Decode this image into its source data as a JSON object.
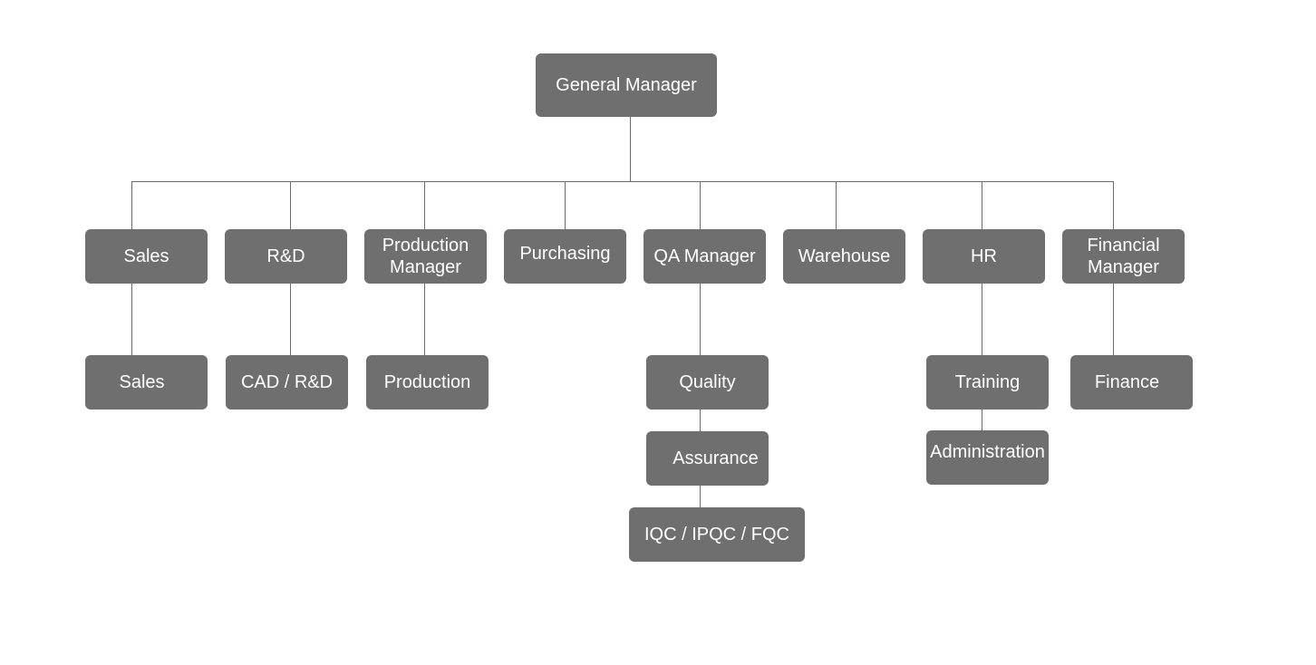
{
  "org_chart": {
    "root": {
      "label": "General Manager"
    },
    "departments": [
      {
        "label": "Sales"
      },
      {
        "label": "R&D"
      },
      {
        "label": "Production\nManager"
      },
      {
        "label": "Purchasing"
      },
      {
        "label": "QA Manager"
      },
      {
        "label": "Warehouse"
      },
      {
        "label": "HR"
      },
      {
        "label": "Financial\nManager"
      }
    ],
    "sub_units": [
      {
        "label": "Sales"
      },
      {
        "label": "CAD / R&D"
      },
      {
        "label": "Production"
      },
      {
        "label": "Quality"
      },
      {
        "label": "Assurance"
      },
      {
        "label": "IQC / IPQC / FQC"
      },
      {
        "label": "Training"
      },
      {
        "label": "Administration"
      },
      {
        "label": "Finance"
      }
    ]
  },
  "colors": {
    "box_fill": "#6f6f6f",
    "box_text": "#ffffff",
    "connector": "#6b6b6b",
    "background": "#ffffff"
  }
}
